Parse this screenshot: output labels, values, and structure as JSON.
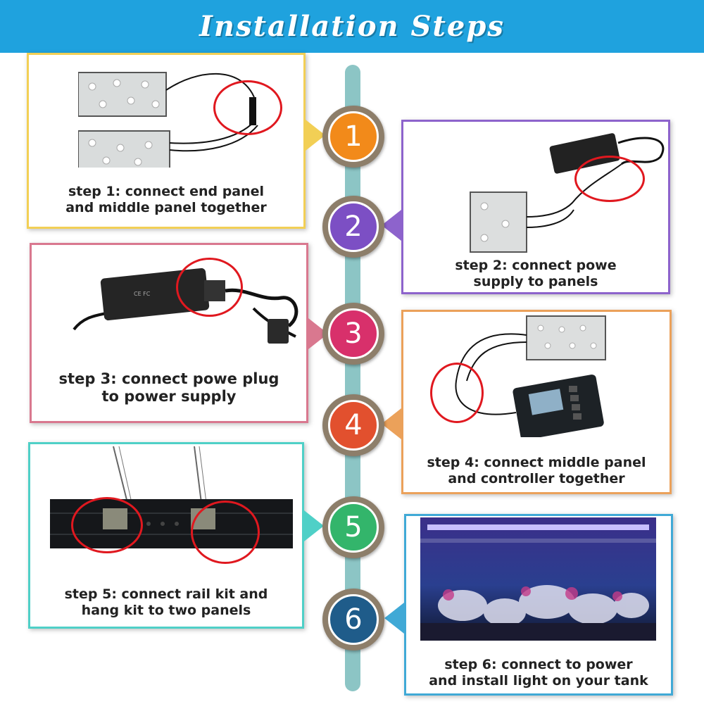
{
  "header": {
    "title": "Installation Steps"
  },
  "steps": [
    {
      "number": "1",
      "caption": "step 1: connect end panel\nand middle panel together",
      "color": "#f28a1a",
      "border": "#f2cf55"
    },
    {
      "number": "2",
      "caption": "step 2: connect powe\nsupply to panels",
      "color": "#7c4fc4",
      "border": "#8d63cc"
    },
    {
      "number": "3",
      "caption": "step 3: connect powe plug\nto power supply",
      "color": "#d8306b",
      "border": "#d9788f"
    },
    {
      "number": "4",
      "caption": "step 4: connect middle panel\nand controller together",
      "color": "#e2502e",
      "border": "#eba15a"
    },
    {
      "number": "5",
      "caption": "step 5: connect rail kit and\nhang kit to two panels",
      "color": "#33b56b",
      "border": "#4fd0c7"
    },
    {
      "number": "6",
      "caption": "step 6: connect to power\nand install light on your tank",
      "color": "#1f5c8a",
      "border": "#40a9d6"
    }
  ],
  "colors": {
    "header": "#1fa2de",
    "timeline": "#8cc5c5",
    "ring": "#e0181f"
  }
}
